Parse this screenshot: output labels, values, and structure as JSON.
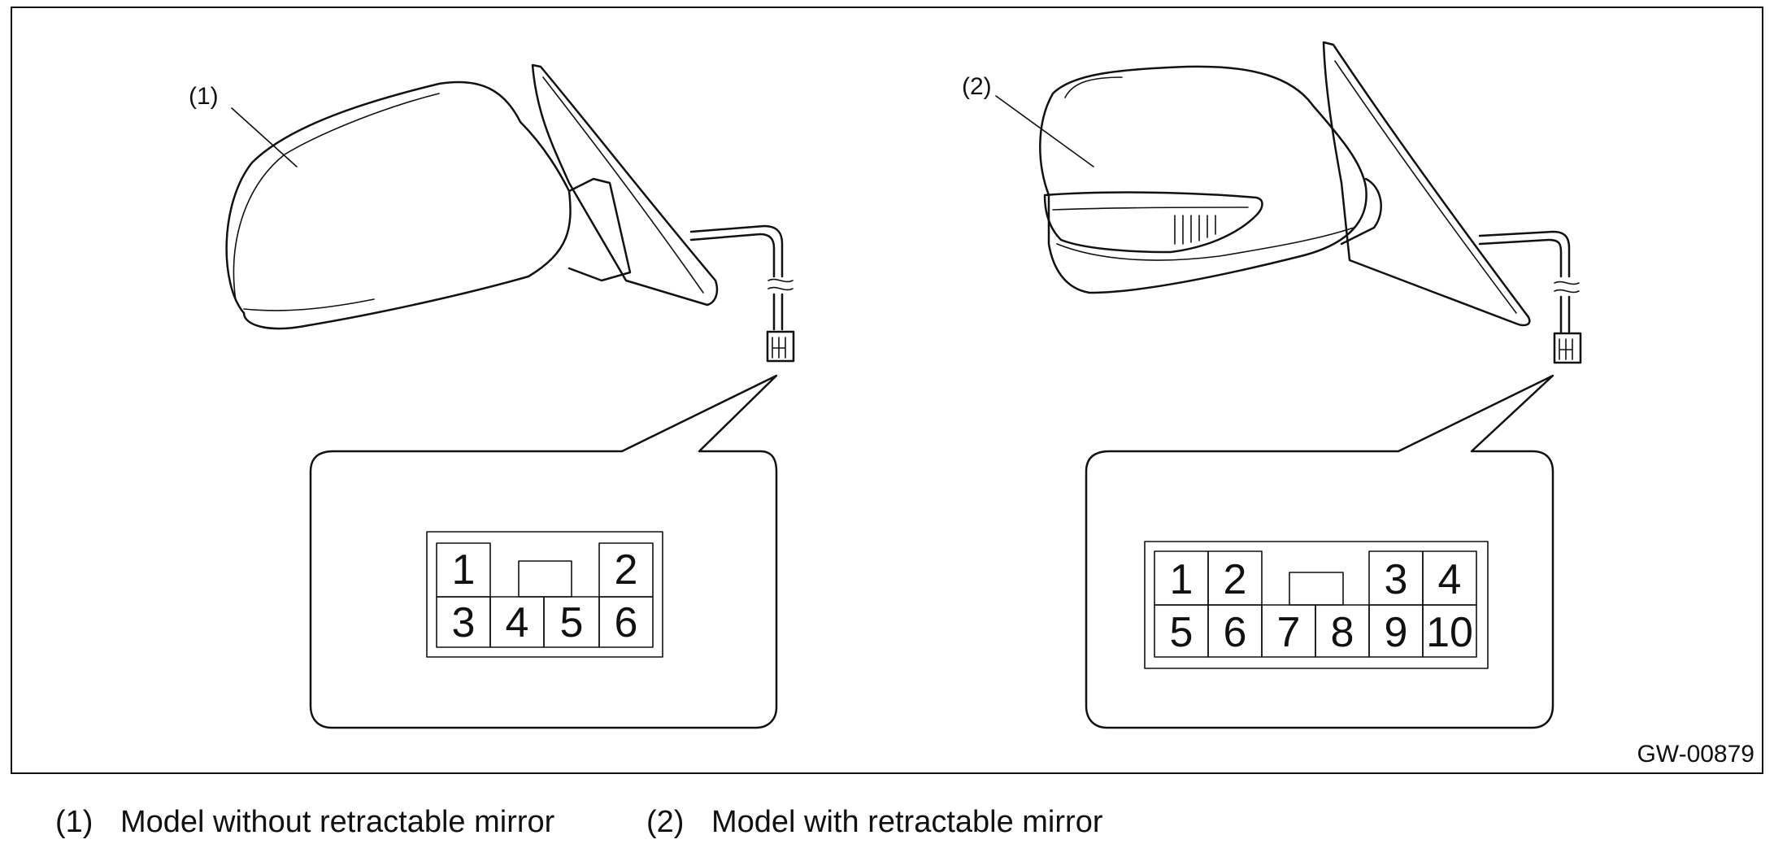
{
  "figure_code": "GW-00879",
  "mirror_left": {
    "callout": "(1)",
    "connector_pins": [
      "1",
      "2",
      "3",
      "4",
      "5",
      "6"
    ]
  },
  "mirror_right": {
    "callout": "(2)",
    "connector_pins": [
      "1",
      "2",
      "3",
      "4",
      "5",
      "6",
      "7",
      "8",
      "9",
      "10"
    ]
  },
  "legend": [
    {
      "num": "(1)",
      "text": "Model without retractable mirror"
    },
    {
      "num": "(2)",
      "text": "Model with retractable mirror"
    }
  ]
}
